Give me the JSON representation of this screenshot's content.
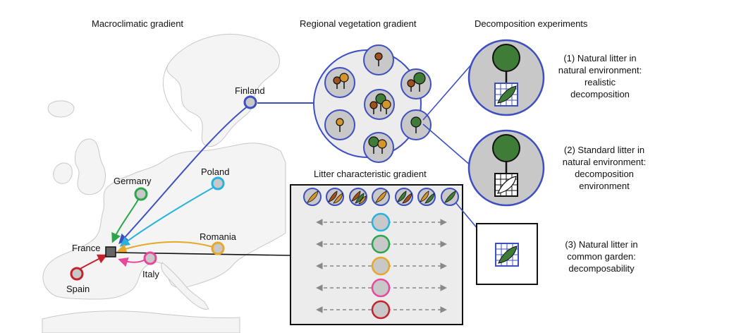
{
  "headers": {
    "macro": "Macroclimatic gradient",
    "regional": "Regional vegetation gradient",
    "decomposition": "Decomposition experiments",
    "litter": "Litter characteristic gradient"
  },
  "countries": {
    "finland": "Finland",
    "germany": "Germany",
    "poland": "Poland",
    "romania": "Romania",
    "france": "France",
    "italy": "Italy",
    "spain": "Spain"
  },
  "experiments": {
    "e1": [
      "(1) Natural litter in",
      "natural environment:",
      "realistic",
      "decomposition"
    ],
    "e2": [
      "(2) Standard litter in",
      "natural environment:",
      "decomposition",
      "environment"
    ],
    "e3": [
      "(3) Natural litter in",
      "common garden:",
      "decomposability"
    ]
  },
  "colors": {
    "finland": "#3d4fc1",
    "germany": "#2aa64c",
    "poland": "#27b2e0",
    "romania": "#e6a828",
    "italy": "#e8489a",
    "spain": "#c4232c",
    "france": "#666666",
    "tree_green": "#3f7c38",
    "tree_orange": "#d4962a",
    "tree_brown": "#a0521c",
    "plot_fill": "#c8c8c8",
    "region_fill": "#ececec"
  },
  "litter_rows": [
    "poland",
    "germany",
    "romania",
    "italy",
    "spain"
  ]
}
